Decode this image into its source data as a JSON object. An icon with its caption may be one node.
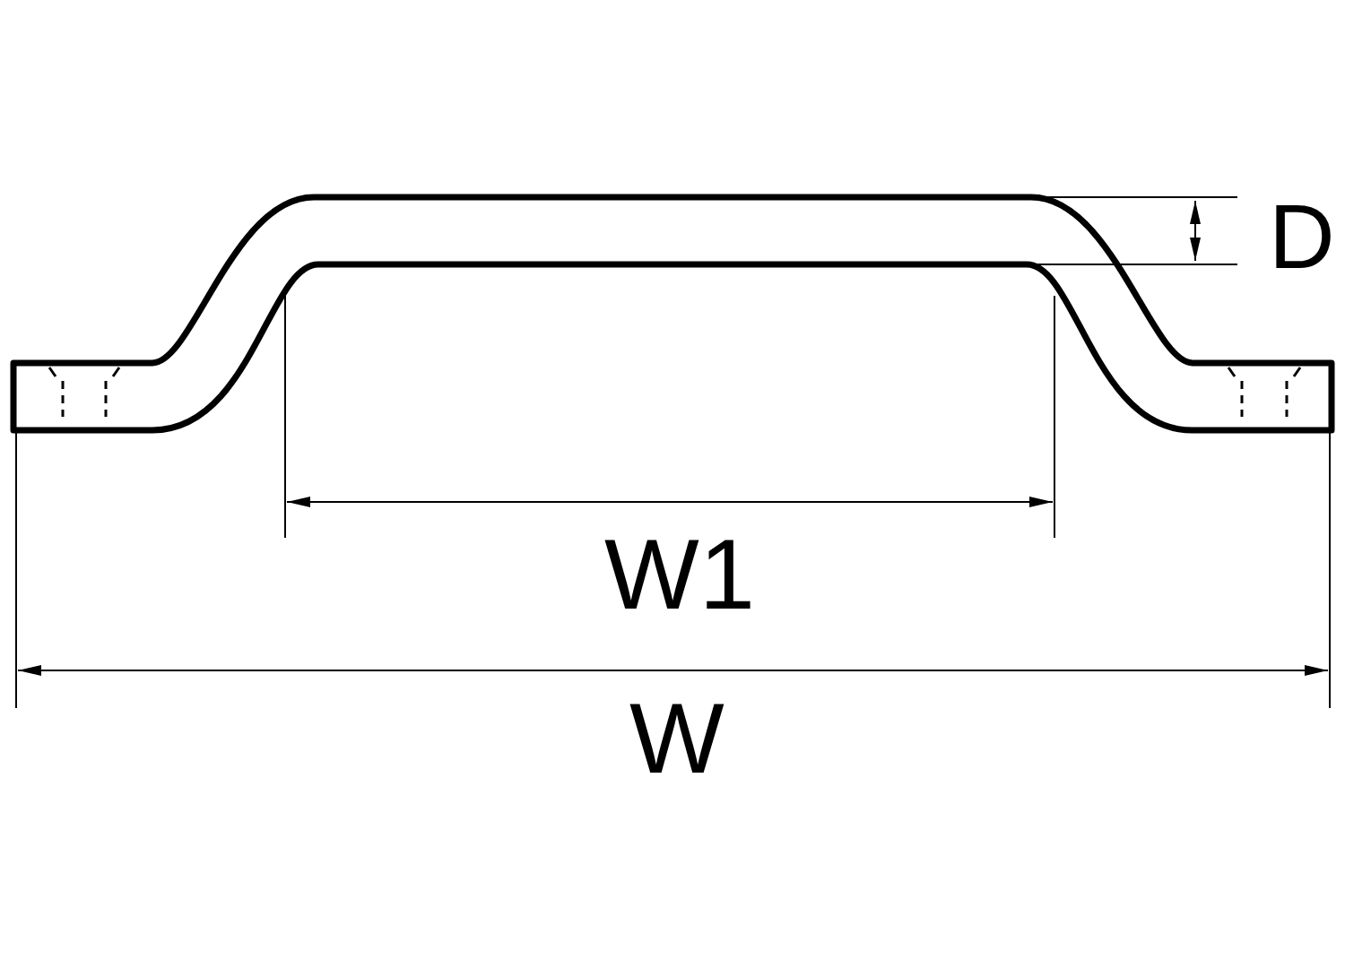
{
  "diagram": {
    "labels": [
      "D",
      "W1",
      "W"
    ]
  }
}
